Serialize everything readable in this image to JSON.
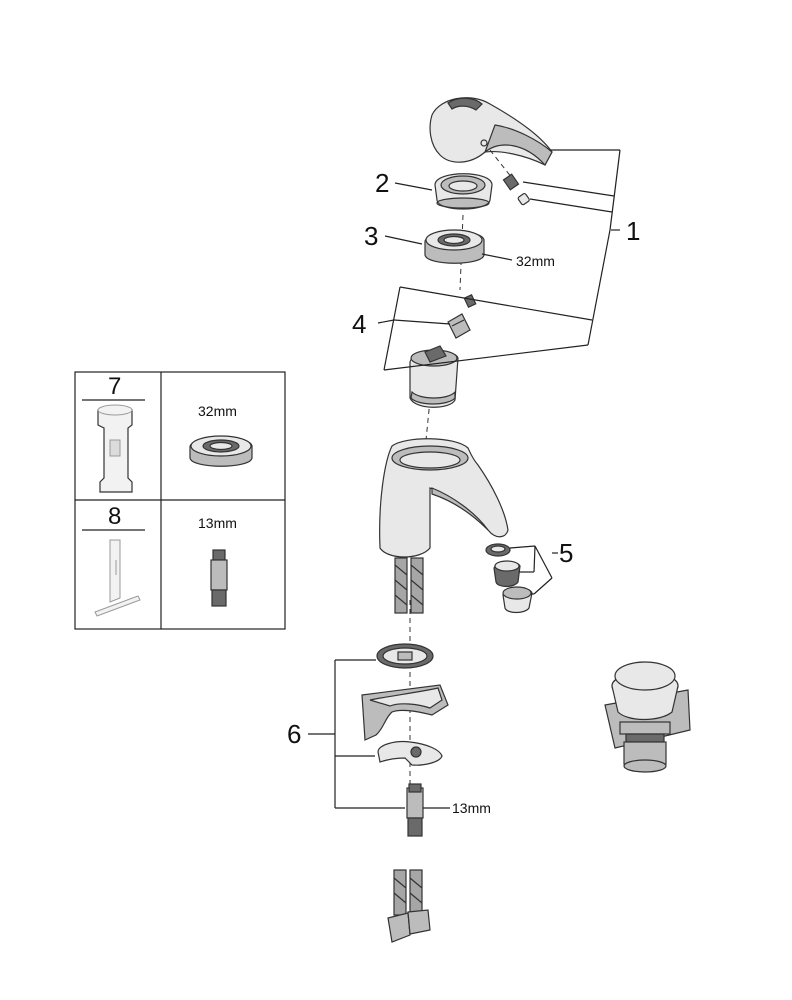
{
  "callouts": {
    "c1": "1",
    "c2": "2",
    "c3": "3",
    "c4": "4",
    "c5": "5",
    "c6": "6"
  },
  "dimensions": {
    "nut_32": "32mm",
    "stud_13": "13mm"
  },
  "tools_table": {
    "rows": [
      {
        "number": "7",
        "size": "32mm"
      },
      {
        "number": "8",
        "size": "13mm"
      }
    ]
  },
  "colors": {
    "line": "#222222",
    "part_light": "#e8e8e8",
    "part_mid": "#bcbcbc",
    "part_dark": "#6a6a6a"
  }
}
